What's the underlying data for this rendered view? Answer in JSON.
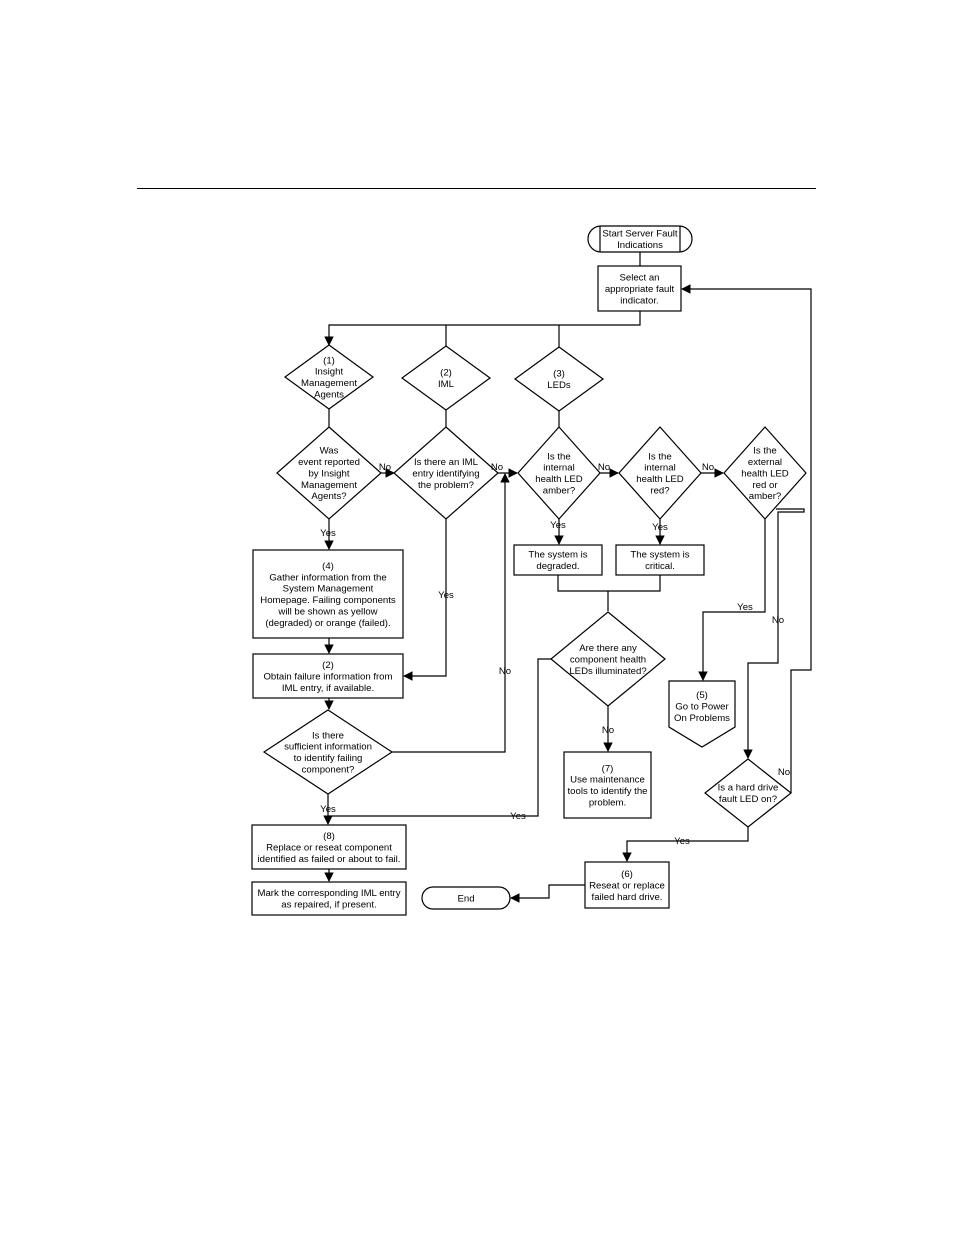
{
  "flowchart": {
    "start": [
      "Start Server Fault",
      "Indications"
    ],
    "select": [
      "Select an",
      "appropriate fault",
      "indicator."
    ],
    "d1_insight": [
      "(1)",
      "Insight",
      "Management",
      "Agents"
    ],
    "d2_iml": [
      "(2)",
      "IML"
    ],
    "d3_leds": [
      "(3)",
      "LEDs"
    ],
    "q_event_reported": [
      "Was",
      "event reported",
      "by Insight",
      "Management",
      "Agents?"
    ],
    "q_iml_entry": [
      "Is there an IML",
      "entry identifying",
      "the problem?"
    ],
    "q_internal_amber": [
      "Is the",
      "internal",
      "health LED",
      "amber?"
    ],
    "q_internal_red": [
      "Is the",
      "internal",
      "health LED",
      "red?"
    ],
    "q_external": [
      "Is the",
      "external",
      "health LED",
      "red or",
      "amber?"
    ],
    "degraded": [
      "The system is",
      "degraded."
    ],
    "critical": [
      "The system is",
      "critical."
    ],
    "step4": [
      "(4)",
      "Gather information from the",
      "System Management",
      "Homepage. Failing components",
      "will be shown as yellow",
      "(degraded) or orange (failed)."
    ],
    "step2": [
      "(2)",
      "Obtain failure information from",
      "IML entry, if available."
    ],
    "q_component_leds": [
      "Are there any",
      "component health",
      "LEDs illuminated?"
    ],
    "q_sufficient": [
      "Is there",
      "sufficient information",
      "to identify failing",
      "component?"
    ],
    "step5": [
      "(5)",
      "Go to Power",
      "On Problems"
    ],
    "step7": [
      "(7)",
      "Use maintenance",
      "tools to identify the",
      "problem."
    ],
    "q_hard_drive": [
      "Is a hard drive",
      "fault LED on?"
    ],
    "step8": [
      "(8)",
      "Replace or reseat component",
      "identified as failed or about to fail."
    ],
    "mark": [
      "Mark the corresponding IML entry",
      "as repaired, if present."
    ],
    "end": [
      "End"
    ],
    "step6": [
      "(6)",
      "Reseat or replace",
      "failed hard drive."
    ],
    "labels": {
      "yes": "Yes",
      "no": "No"
    }
  }
}
